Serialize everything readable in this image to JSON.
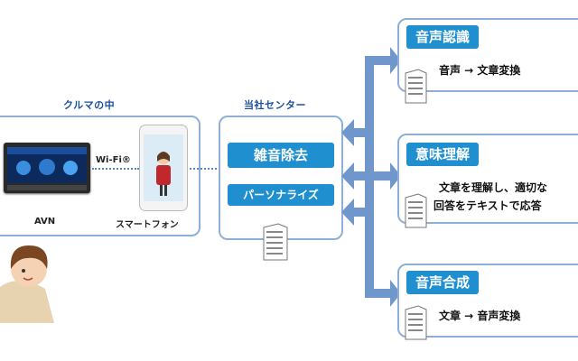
{
  "car": {
    "heading": "クルマの中",
    "avn_label": "AVN",
    "phone_label": "スマートフォン",
    "wifi_label": "Wi-Fi®"
  },
  "center": {
    "heading": "当社センター",
    "noise": "雑音除去",
    "personalize": "パーソナライズ"
  },
  "services": [
    {
      "title": "音声認識",
      "lines": [
        "音声 → 文章変換"
      ]
    },
    {
      "title": "意味理解",
      "lines": [
        "文章を理解し、適切な",
        "回答をテキストで応答"
      ]
    },
    {
      "title": "音声合成",
      "lines": [
        "文章 → 音声変換"
      ]
    }
  ],
  "colors": {
    "accent_blue": "#1f8fcf",
    "panel_border": "#8fb0d6",
    "arrow_blue": "#6f97cc",
    "heading_blue": "#1a4f9c"
  }
}
